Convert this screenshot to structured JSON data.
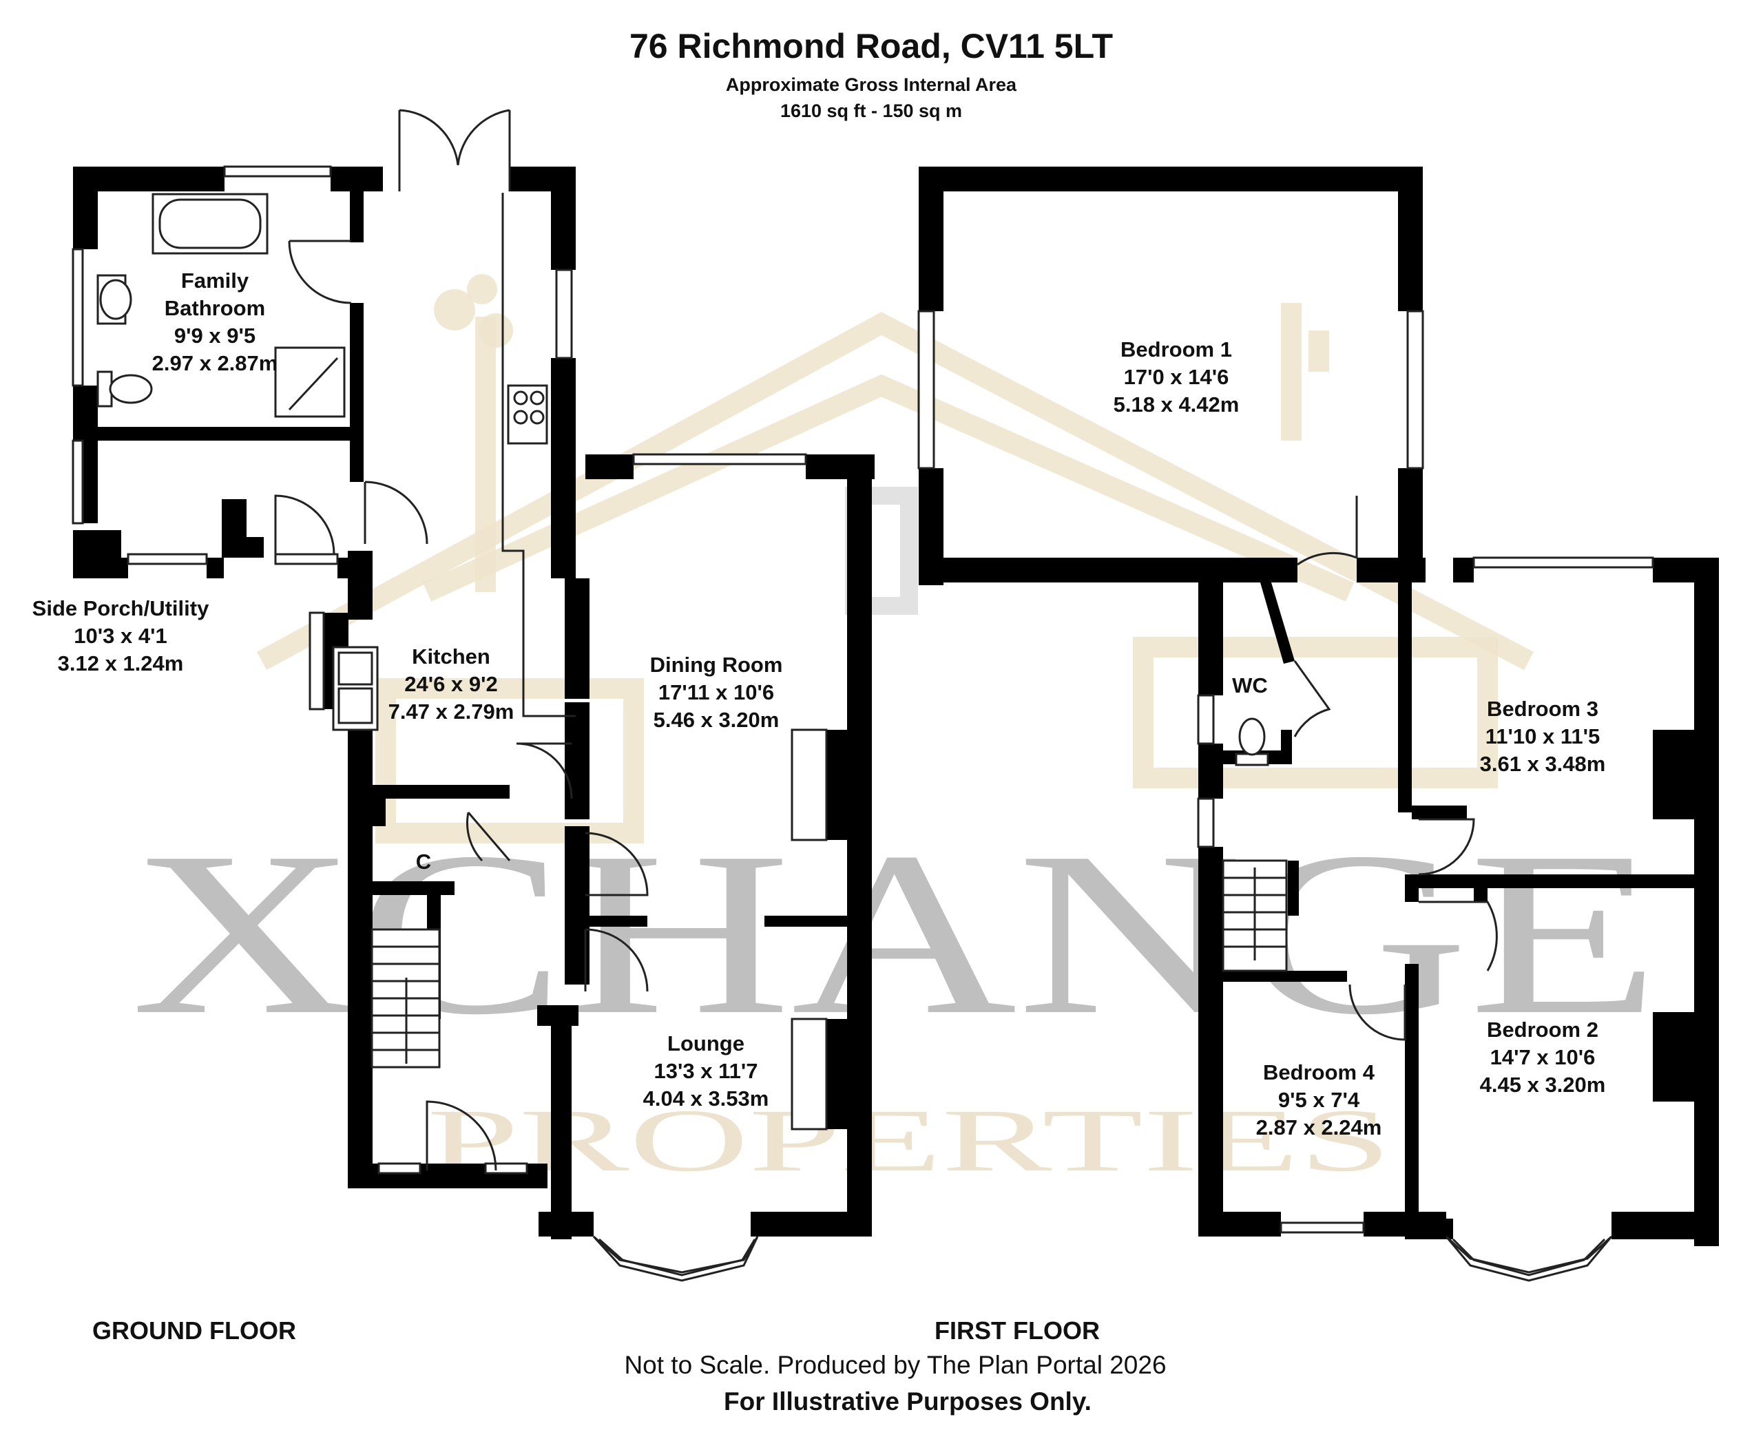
{
  "header": {
    "address": "76 Richmond Road, CV11 5LT",
    "area_label": "Approximate Gross Internal Area",
    "area_value": "1610 sq ft - 150 sq m"
  },
  "watermark": {
    "brand": "XCHANGE",
    "tagline": "PROPERTIES"
  },
  "floors": {
    "ground": "GROUND FLOOR",
    "first": "FIRST FLOOR"
  },
  "rooms": {
    "family_bathroom": {
      "name_1": "Family",
      "name_2": "Bathroom",
      "imperial": "9'9 x 9'5",
      "metric": "2.97 x 2.87m"
    },
    "side_porch": {
      "name": "Side Porch/Utility",
      "imperial": "10'3 x 4'1",
      "metric": "3.12 x 1.24m"
    },
    "kitchen": {
      "name": "Kitchen",
      "imperial": "24'6 x 9'2",
      "metric": "7.47 x 2.79m"
    },
    "dining_room": {
      "name": "Dining Room",
      "imperial": "17'11 x 10'6",
      "metric": "5.46 x 3.20m"
    },
    "lounge": {
      "name": "Lounge",
      "imperial": "13'3 x 11'7",
      "metric": "4.04 x 3.53m"
    },
    "cupboard": {
      "name": "C"
    },
    "bedroom_1": {
      "name": "Bedroom 1",
      "imperial": "17'0 x 14'6",
      "metric": "5.18 x 4.42m"
    },
    "wc": {
      "name": "WC"
    },
    "bedroom_3": {
      "name": "Bedroom 3",
      "imperial": "11'10 x 11'5",
      "metric": "3.61 x 3.48m"
    },
    "bedroom_2": {
      "name": "Bedroom 2",
      "imperial": "14'7 x 10'6",
      "metric": "4.45 x 3.20m"
    },
    "bedroom_4": {
      "name": "Bedroom 4",
      "imperial": "9'5 x 7'4",
      "metric": "2.87 x 2.24m"
    }
  },
  "footer": {
    "scale_note": "Not to Scale. Produced by The Plan Portal 2026",
    "disclaimer": "For Illustrative Purposes Only."
  }
}
